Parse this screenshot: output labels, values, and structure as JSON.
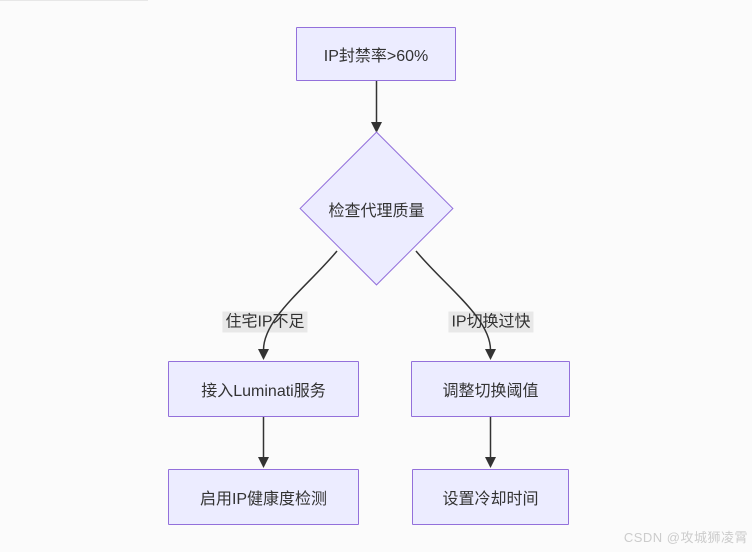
{
  "colors": {
    "bg": "#fbfbfb",
    "node-fill": "#ececff",
    "node-border": "#9370db",
    "edge": "#333333",
    "edge-label-bg": "#e8e8e8",
    "text": "#333333",
    "watermark": "#cccccc"
  },
  "flowchart": {
    "nodes": {
      "start": {
        "label": "IP封禁率>60%"
      },
      "decision": {
        "label": "检查代理质量"
      },
      "left1": {
        "label": "接入Luminati服务"
      },
      "left2": {
        "label": "启用IP健康度检测"
      },
      "right1": {
        "label": "调整切换阈值"
      },
      "right2": {
        "label": "设置冷却时间"
      }
    },
    "edge_labels": {
      "left": "住宅IP不足",
      "right": "IP切换过快"
    }
  },
  "watermark": "CSDN @攻城狮凌霄"
}
